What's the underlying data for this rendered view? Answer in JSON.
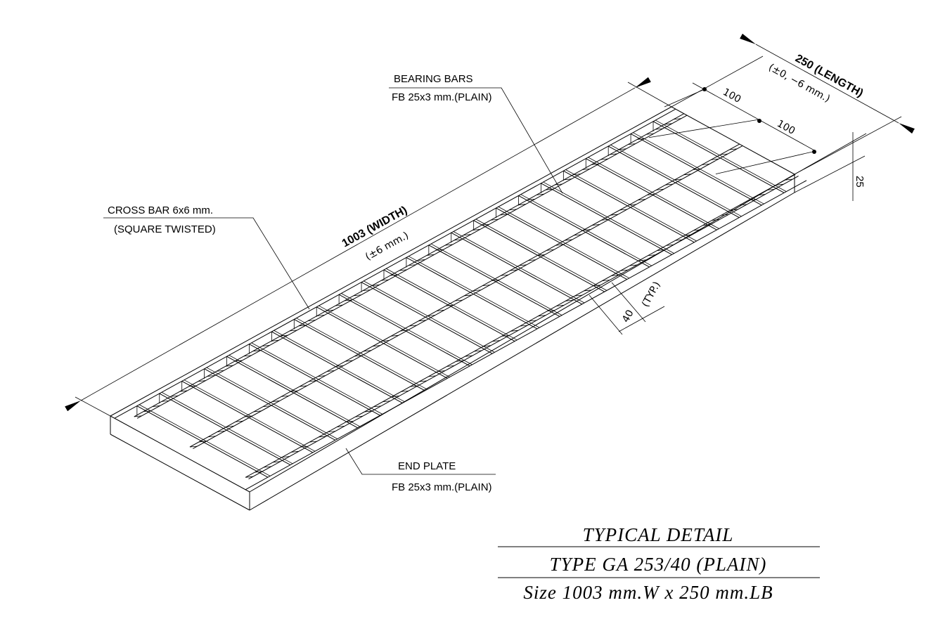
{
  "labels": {
    "bearing_bars_title": "BEARING BARS",
    "bearing_bars_spec": "FB 25x3 mm.(PLAIN)",
    "cross_bar_title": "CROSS BAR 6x6 mm.",
    "cross_bar_spec": "(SQUARE TWISTED)",
    "end_plate_title": "END PLATE",
    "end_plate_spec": "FB 25x3 mm.(PLAIN)"
  },
  "dimensions": {
    "width": "1003 (WIDTH)",
    "width_tol": "(±6 mm.)",
    "length": "250 (LENGTH)",
    "length_tol": "(±0, −6 mm.)",
    "spacing_1": "100",
    "spacing_2": "100",
    "depth": "25",
    "pitch": "40",
    "pitch_note": "(TYP.)"
  },
  "title_block": {
    "line1": "TYPICAL DETAIL",
    "line2": "TYPE GA 253/40 (PLAIN)",
    "line3": "Size 1003 mm.W x 250 mm.LB"
  }
}
